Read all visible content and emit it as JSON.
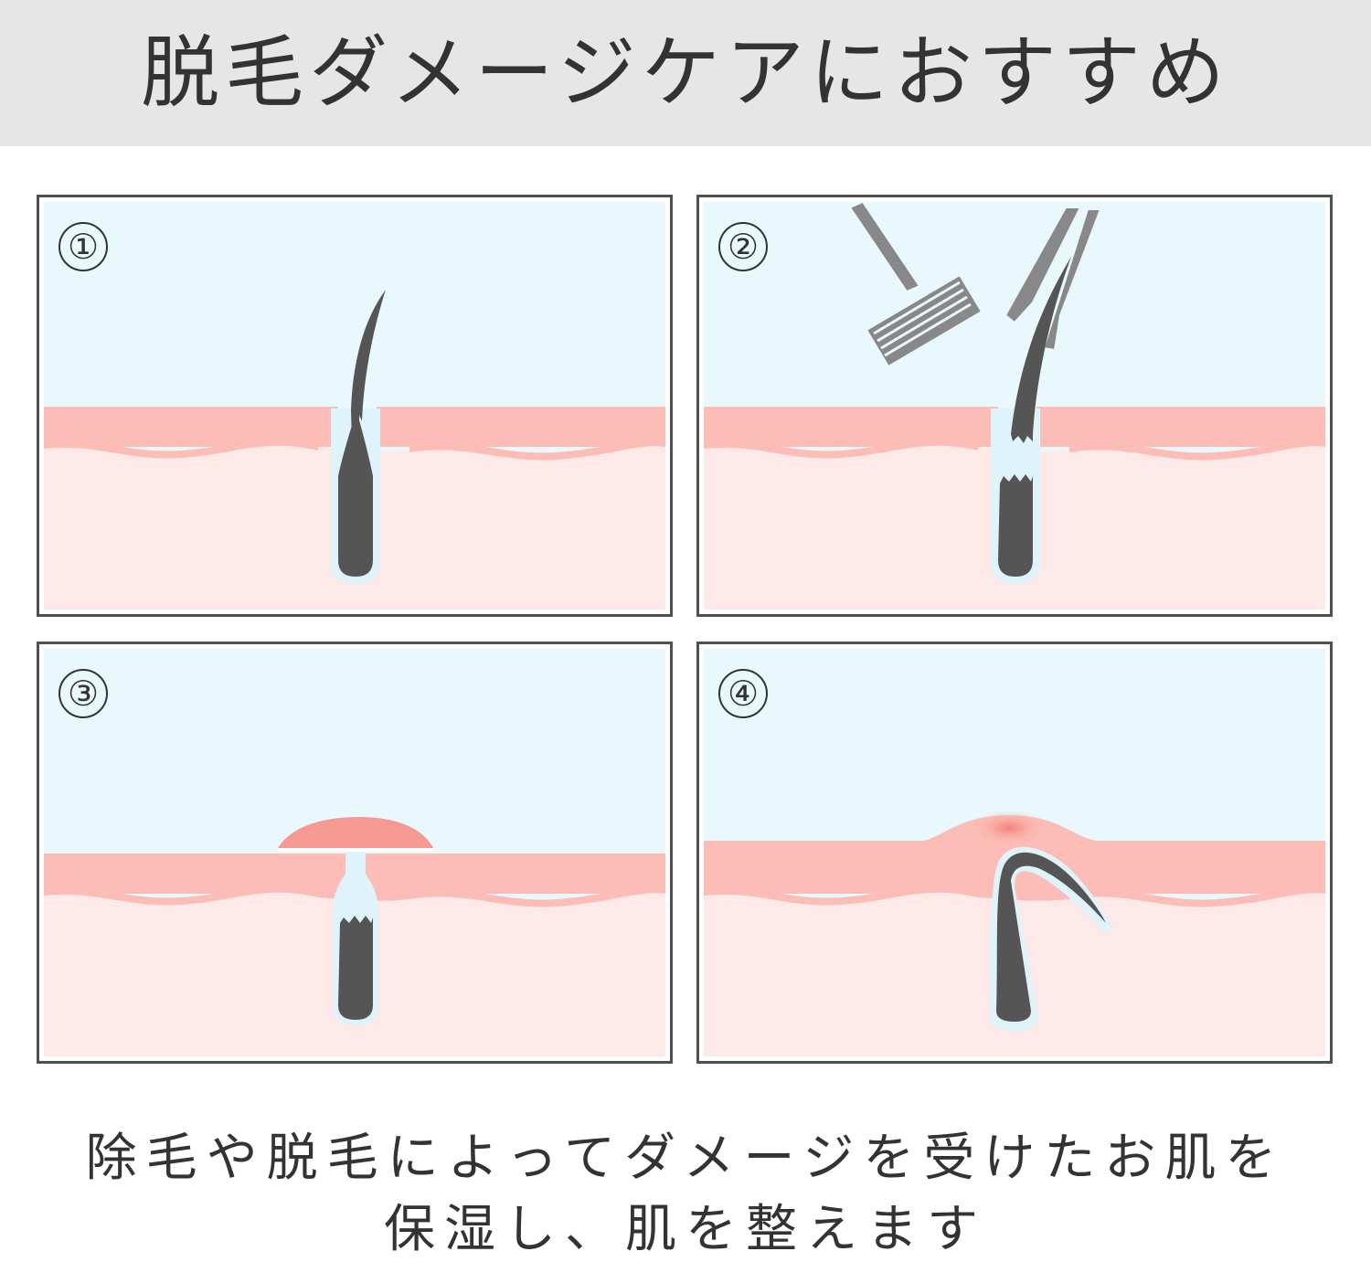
{
  "header": {
    "title": "脱毛ダメージケアにおすすめ"
  },
  "panels": [
    {
      "number": "①",
      "scene": "healthy hair follicle"
    },
    {
      "number": "②",
      "scene": "shaving and tweezing"
    },
    {
      "number": "③",
      "scene": "skin bump over cut hair"
    },
    {
      "number": "④",
      "scene": "ingrown hair"
    }
  ],
  "caption": {
    "line1": "除毛や脱毛によってダメージを受けたお肌を",
    "line2": "保湿し、肌を整えます"
  },
  "colors": {
    "header_bg": "#e6e6e6",
    "sky": "#e9f8fd",
    "skin_surface": "#fcbdb7",
    "skin_inner": "#fde9e8",
    "hair": "#555555",
    "panel_border": "#505050",
    "text": "#333333",
    "inflamed": "#f49a92"
  }
}
